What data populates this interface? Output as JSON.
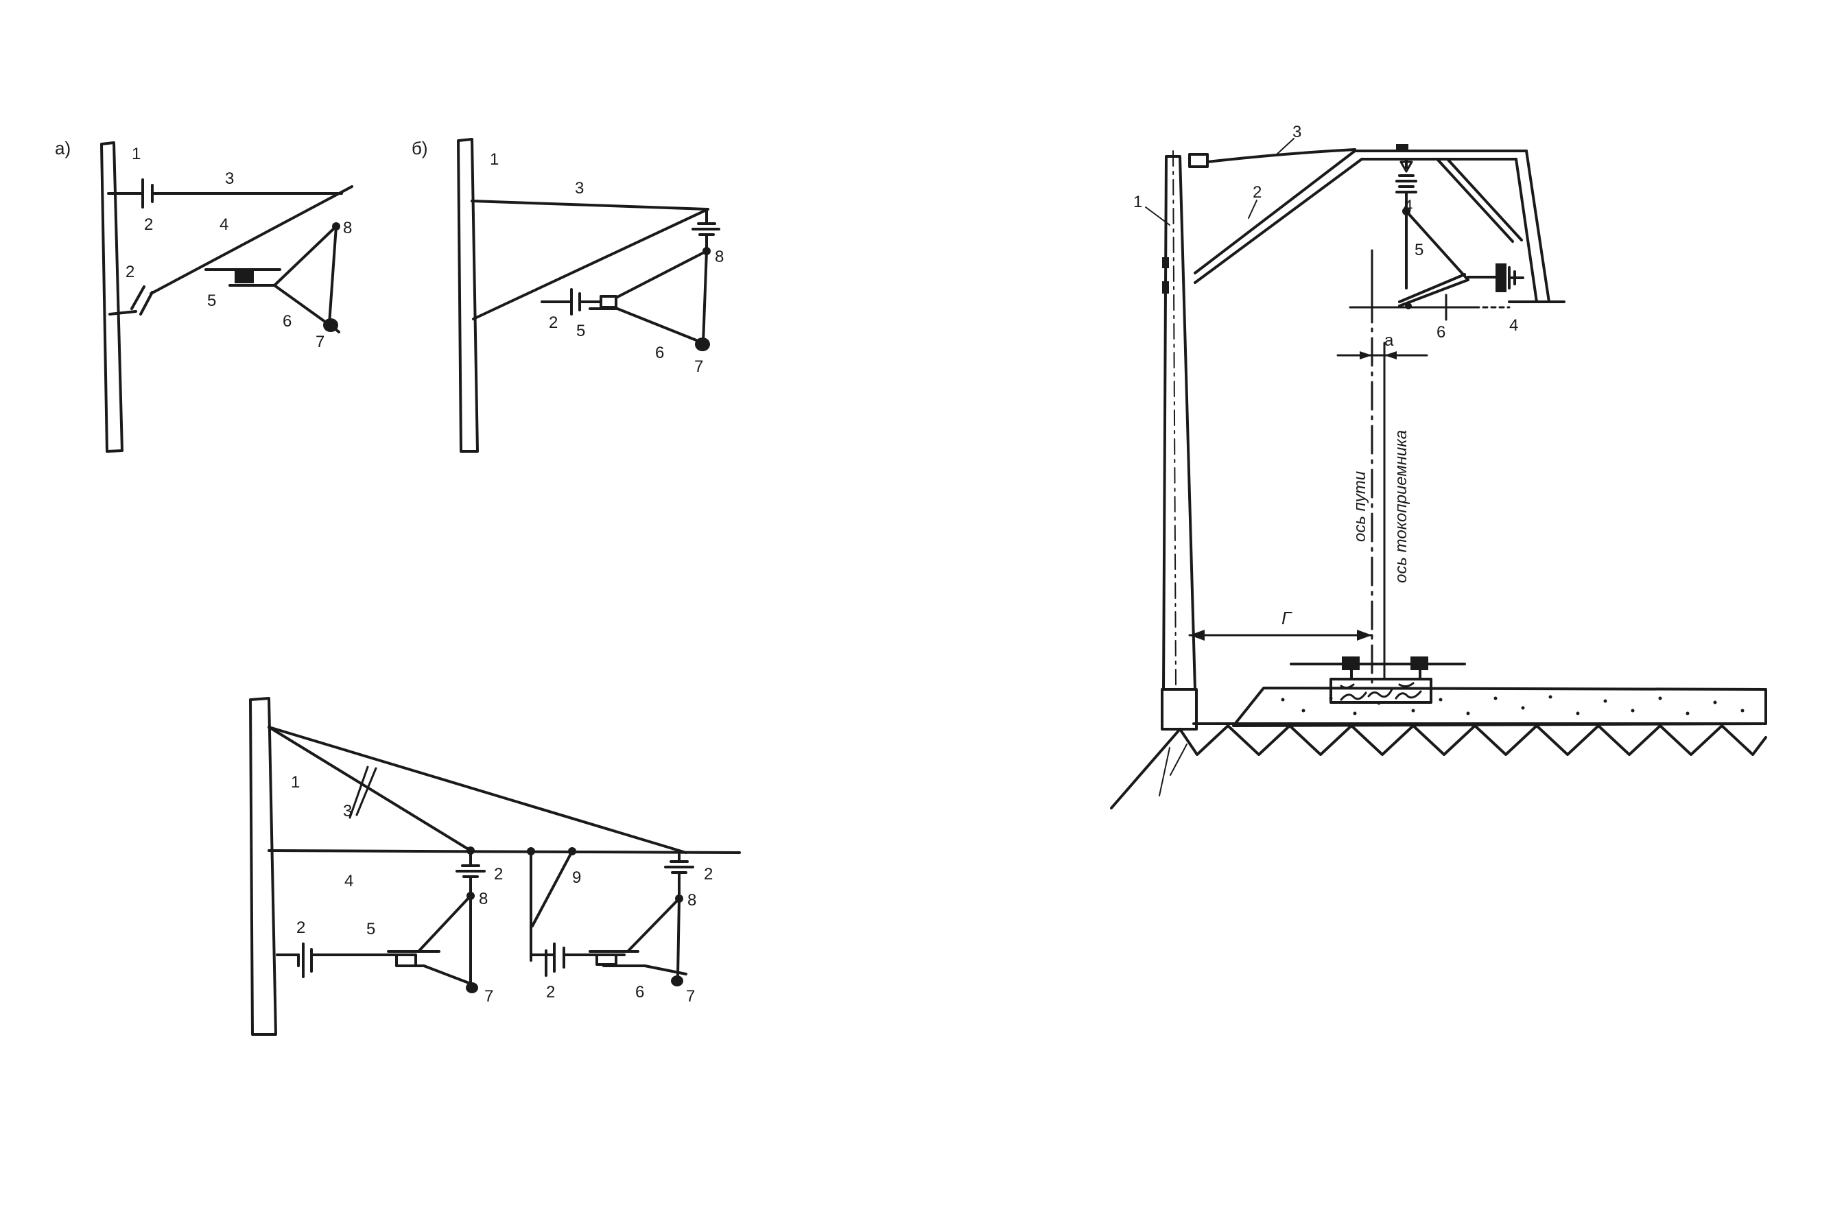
{
  "figure_a": {
    "panel_label": "а)",
    "labels": {
      "n1": "1",
      "n2_top": "2",
      "n2_low": "2",
      "n3": "3",
      "n4": "4",
      "n5": "5",
      "n6": "6",
      "n7": "7",
      "n8": "8"
    }
  },
  "figure_b": {
    "panel_label": "б)",
    "labels": {
      "n1": "1",
      "n2": "2",
      "n3": "3",
      "n5": "5",
      "n6": "6",
      "n7": "7",
      "n8": "8"
    }
  },
  "figure_c": {
    "labels": {
      "n1": "1",
      "n2_left": "2",
      "n2_mid": "2",
      "n2_right": "2",
      "n2_low": "2",
      "n3": "3",
      "n4": "4",
      "n5": "5",
      "n6": "6",
      "n7_a": "7",
      "n7_b": "7",
      "n8_a": "8",
      "n8_b": "8",
      "n9": "9"
    }
  },
  "figure_d": {
    "labels": {
      "n1": "1",
      "n2": "2",
      "n3": "3",
      "n4_top": "4",
      "n4_low": "4",
      "n5": "5",
      "n6": "6",
      "dim_a": "а",
      "dim_g": "Г"
    },
    "axis_track": "ось пути",
    "axis_pantograph": "ось токоприемника"
  }
}
